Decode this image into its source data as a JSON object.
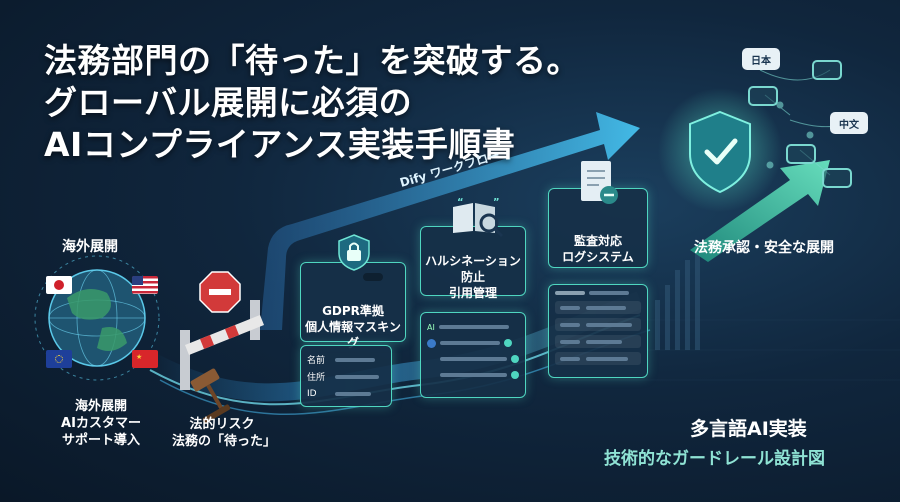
{
  "title": {
    "line1": "法務部門の「待った」を突破する。",
    "line2": "グローバル展開に必須の",
    "line3": "AIコンプライアンス実装手順書"
  },
  "left": {
    "top_label": "海外展開",
    "bottom_label_1": "海外展開",
    "bottom_label_2": "AIカスタマー",
    "bottom_label_3": "サポート導入"
  },
  "risk": {
    "label_1": "法的リスク",
    "label_2": "法務の「待った」"
  },
  "workflow_label": "Dify ワークフロー",
  "gdpr_card": {
    "title_1": "GDPR準拠",
    "title_2": "個人情報マスキング",
    "rows": [
      {
        "key": "名前"
      },
      {
        "key": "住所"
      },
      {
        "key": "ID"
      }
    ]
  },
  "hallucination_card": {
    "title_1": "ハルシネーション防止",
    "title_2": "引用管理",
    "ai_tag": "AI"
  },
  "audit_card": {
    "title_1": "監査対応",
    "title_2": "ログシステム"
  },
  "approval": {
    "label": "法務承認・安全な展開"
  },
  "languages": {
    "ja": "日本",
    "zh": "中文"
  },
  "footer": {
    "line1": "多言語AI実装",
    "line2": "技術的なガードレール設計図"
  },
  "colors": {
    "accent": "#4fd6c0",
    "arrow": "#3fa8e0",
    "background": "#10263d"
  }
}
